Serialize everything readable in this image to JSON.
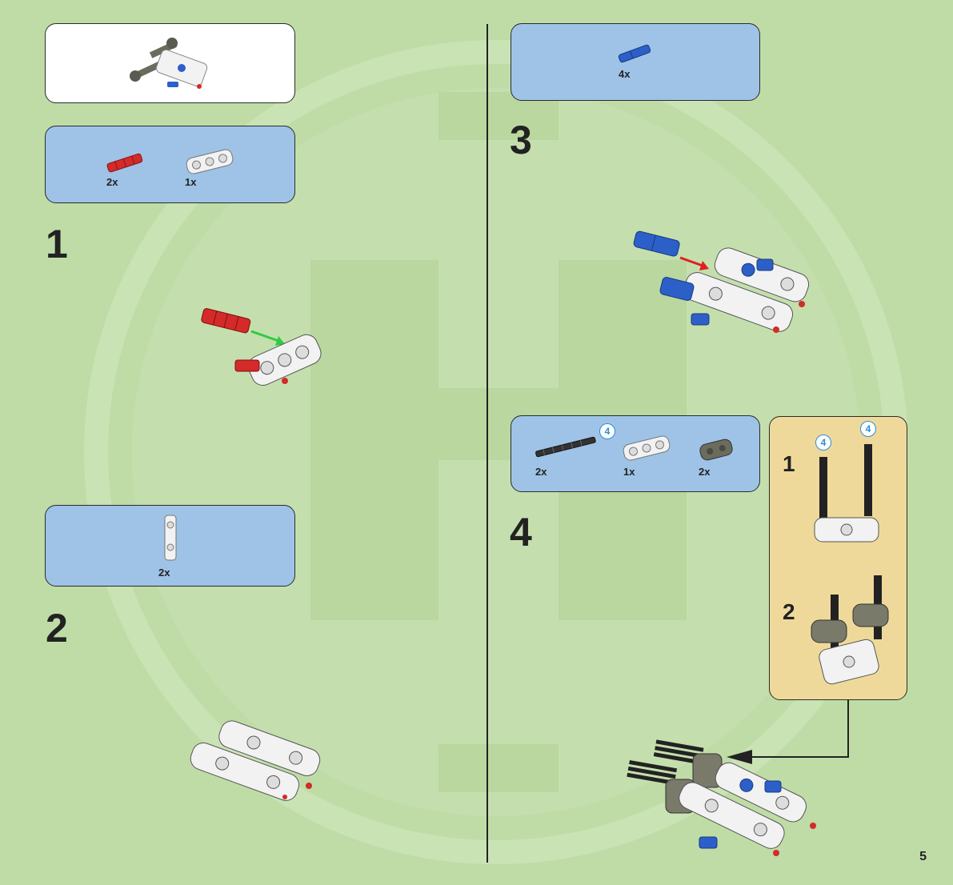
{
  "page_number": "5",
  "steps": [
    {
      "number": "1",
      "parts": [
        {
          "qty": "2x"
        },
        {
          "qty": "1x"
        }
      ]
    },
    {
      "number": "2",
      "parts": [
        {
          "qty": "2x"
        }
      ]
    },
    {
      "number": "3",
      "parts": [
        {
          "qty": "4x"
        }
      ]
    },
    {
      "number": "4",
      "parts": [
        {
          "qty": "2x",
          "badge": "4"
        },
        {
          "qty": "1x"
        },
        {
          "qty": "2x"
        }
      ]
    }
  ],
  "subassembly": {
    "steps": [
      {
        "number": "1",
        "badges": [
          "4",
          "4"
        ]
      },
      {
        "number": "2"
      }
    ]
  },
  "colors": {
    "background": "#bfdca6",
    "parts_box": "#9ec3e6",
    "subassembly_box": "#efd99a",
    "red_part": "#d42a2a",
    "blue_part": "#2c5fc8",
    "white_part": "#f2f2f2",
    "grey_part": "#7a7a6a",
    "black_part": "#222222",
    "arrow_green": "#2ecc40",
    "arrow_red": "#e02020"
  }
}
